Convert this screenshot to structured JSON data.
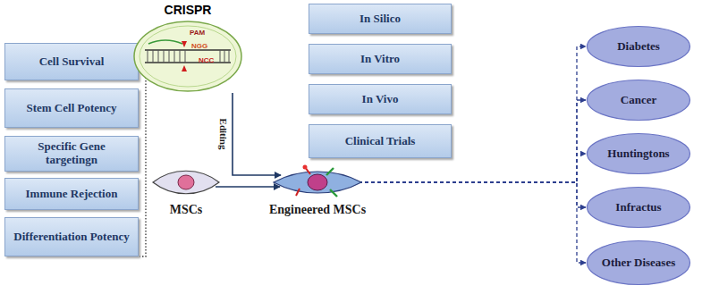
{
  "diagram": {
    "nodes": [
      {
        "text": [
          "Cell Survival"
        ]
      },
      {
        "text": [
          "Stem Cell Potency"
        ]
      },
      {
        "text": [
          "Specific Gene targetingn"
        ]
      },
      {
        "text": [
          "Immune Rejection"
        ]
      },
      {
        "text": [
          "Differentiation Potency"
        ]
      },
      {
        "text": [
          "CRISPR",
          "PAM",
          "NGG",
          "NCC"
        ]
      },
      {
        "text": [
          "MSCs"
        ]
      },
      {
        "text": [
          "Engineered  MSCs"
        ]
      },
      {
        "text": [
          "In Silico"
        ]
      },
      {
        "text": [
          "In Vitro"
        ]
      },
      {
        "text": [
          "In Vivo"
        ]
      },
      {
        "text": [
          "Clinical Trials"
        ]
      },
      {
        "text": [
          "Diabetes"
        ]
      },
      {
        "text": [
          "Cancer"
        ]
      },
      {
        "text": [
          "Huntingtons"
        ]
      },
      {
        "text": [
          "Infractus"
        ]
      },
      {
        "text": [
          "Other Diseases"
        ]
      }
    ],
    "edges": [
      {
        "from": 6,
        "to": 7,
        "arrow": "to"
      },
      {
        "from": 5,
        "to": 7,
        "label": "Editing",
        "arrow": "to"
      },
      {
        "from": 7,
        "to": 12,
        "arrow": "to"
      },
      {
        "from": 7,
        "to": 13,
        "arrow": "to"
      },
      {
        "from": 7,
        "to": 14,
        "arrow": "to"
      },
      {
        "from": 7,
        "to": 15,
        "arrow": "to"
      },
      {
        "from": 7,
        "to": 16,
        "arrow": "to"
      }
    ]
  }
}
